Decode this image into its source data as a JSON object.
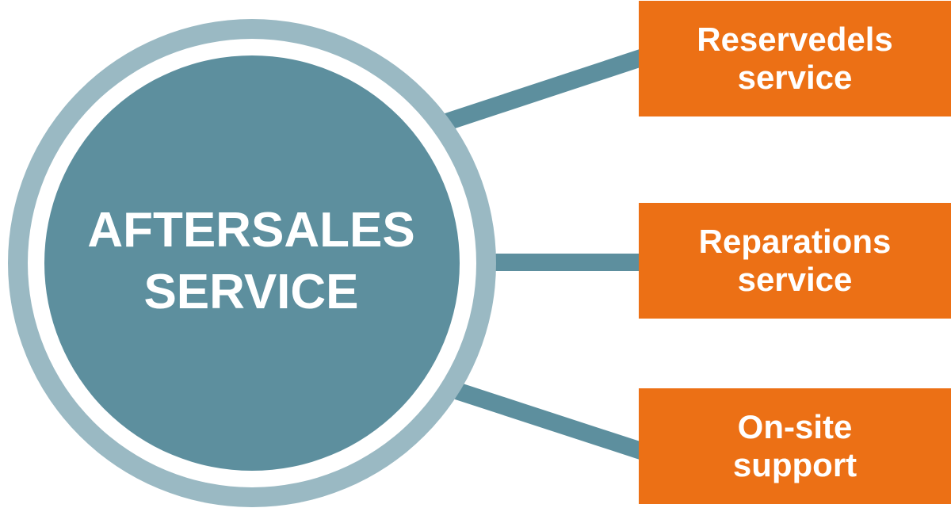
{
  "colors": {
    "outer_ring": "#9ab9c3",
    "inner_circle": "#5d8f9e",
    "connector": "#5d8f9e",
    "box_fill": "#ec7015",
    "text": "#ffffff",
    "background": "#ffffff"
  },
  "center": {
    "line1": "AFTERSALES",
    "line2": "SERVICE"
  },
  "boxes": [
    {
      "line1": "Reservedels",
      "line2": "service"
    },
    {
      "line1": "Reparations",
      "line2": "service"
    },
    {
      "line1": "On-site",
      "line2": "support"
    }
  ]
}
